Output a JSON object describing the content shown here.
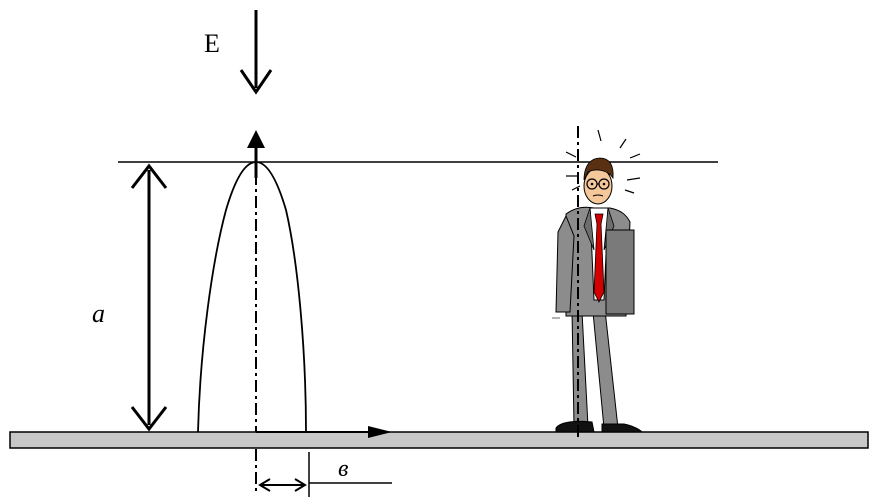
{
  "labels": {
    "field": "E",
    "height": "a",
    "width": "в"
  },
  "colors": {
    "ground_fill": "#c8c8c8",
    "line": "#000000",
    "suit": "#8c8c8c",
    "suit_dark": "#6e6e6e",
    "shirt": "#ffffff",
    "tie": "#d40000",
    "skin": "#f4c89a",
    "hair": "#5a3012",
    "briefcase": "#7a7a7a"
  }
}
